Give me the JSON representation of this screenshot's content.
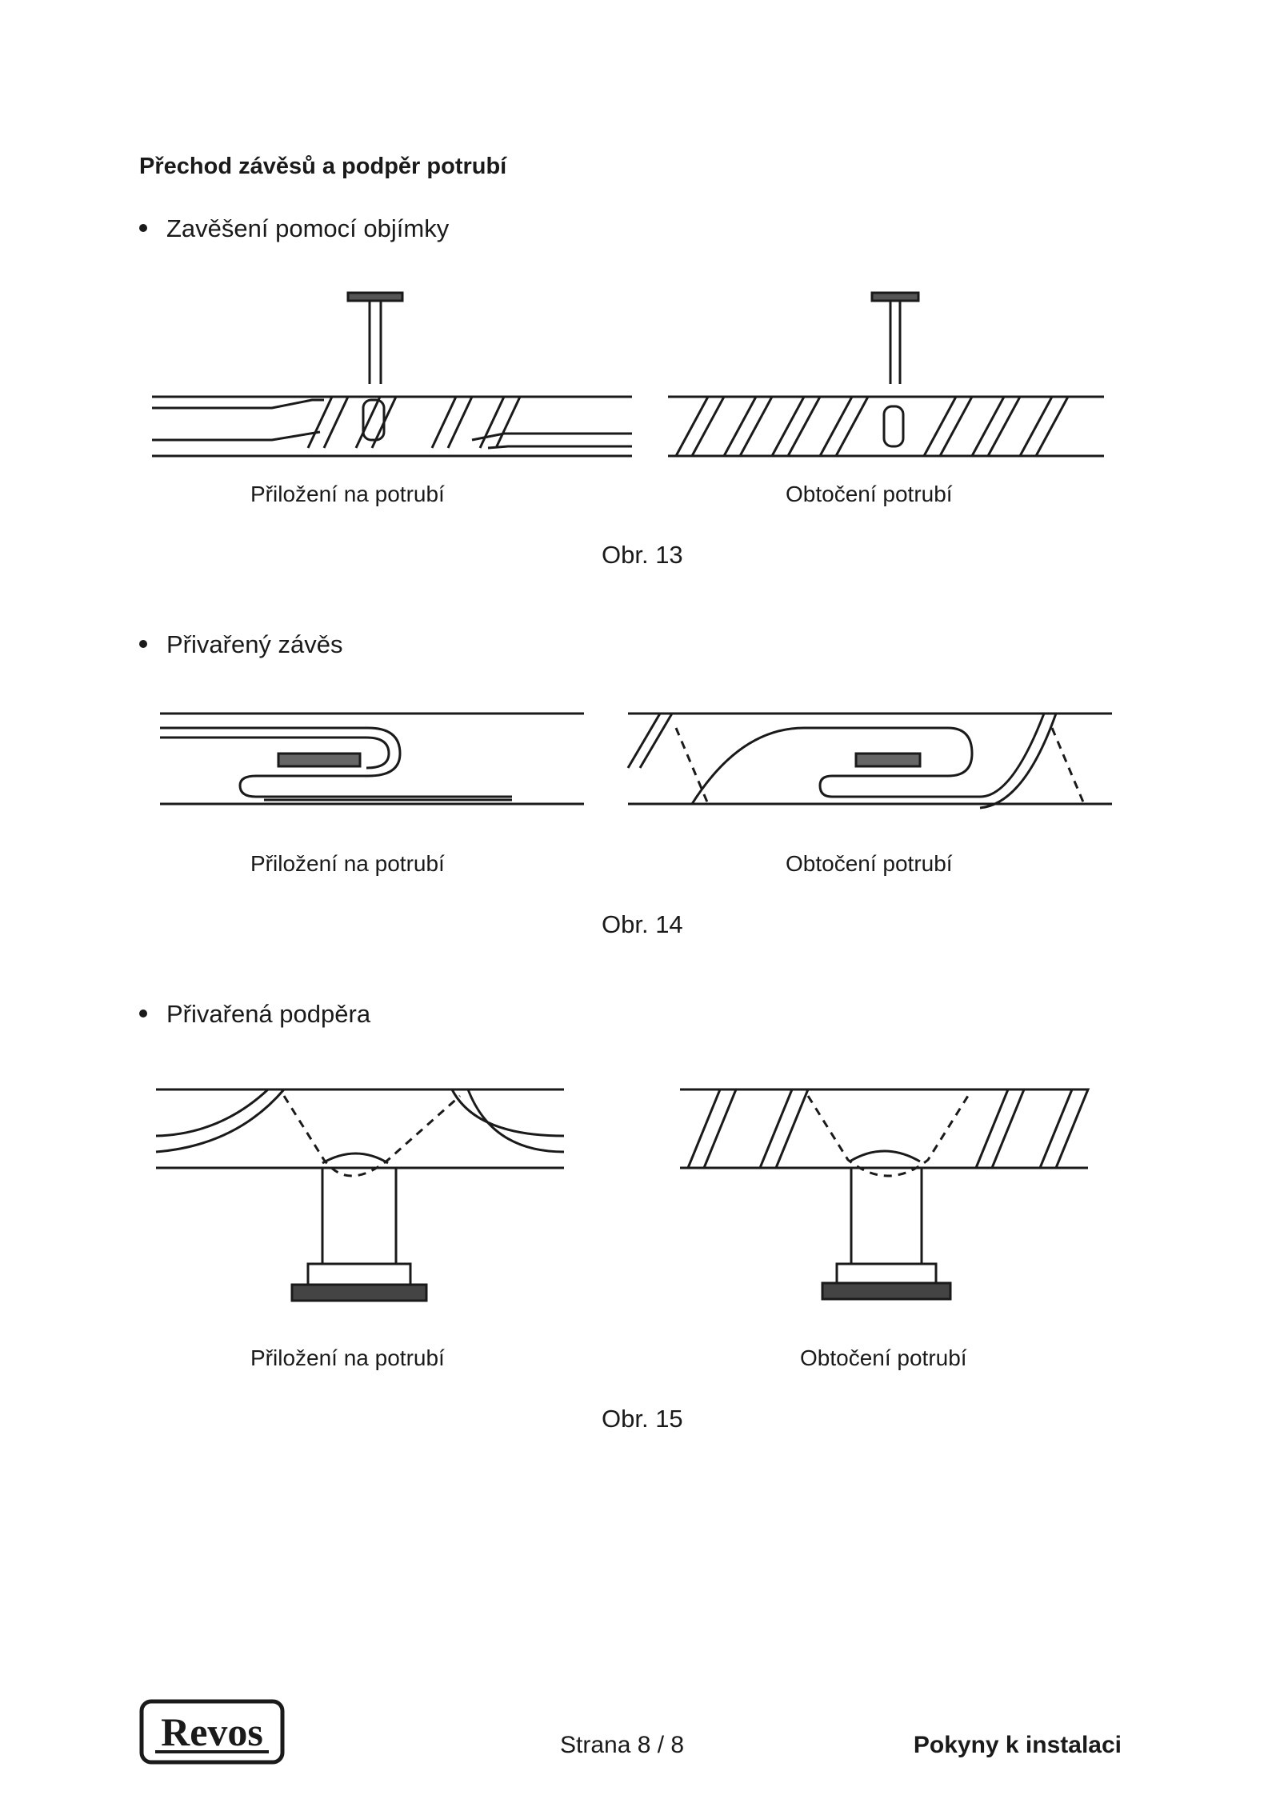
{
  "heading": "Přechod závěsů a podpěr potrubí",
  "sections": [
    {
      "bullet": "Zavěšení pomocí objímky",
      "captions": [
        "Přiložení na potrubí",
        "Obtočení potrubí"
      ],
      "figure": "Obr. 13"
    },
    {
      "bullet": "Přivařený závěs",
      "captions": [
        "Přiložení na potrubí",
        "Obtočení potrubí"
      ],
      "figure": "Obr. 14"
    },
    {
      "bullet": "Přivařená podpěra",
      "captions": [
        "Přiložení na potrubí",
        "Obtočení potrubí"
      ],
      "figure": "Obr. 15"
    }
  ],
  "footer": {
    "logo": "Revos",
    "page": "Strana 8 / 8",
    "doc_title": "Pokyny k instalaci"
  }
}
